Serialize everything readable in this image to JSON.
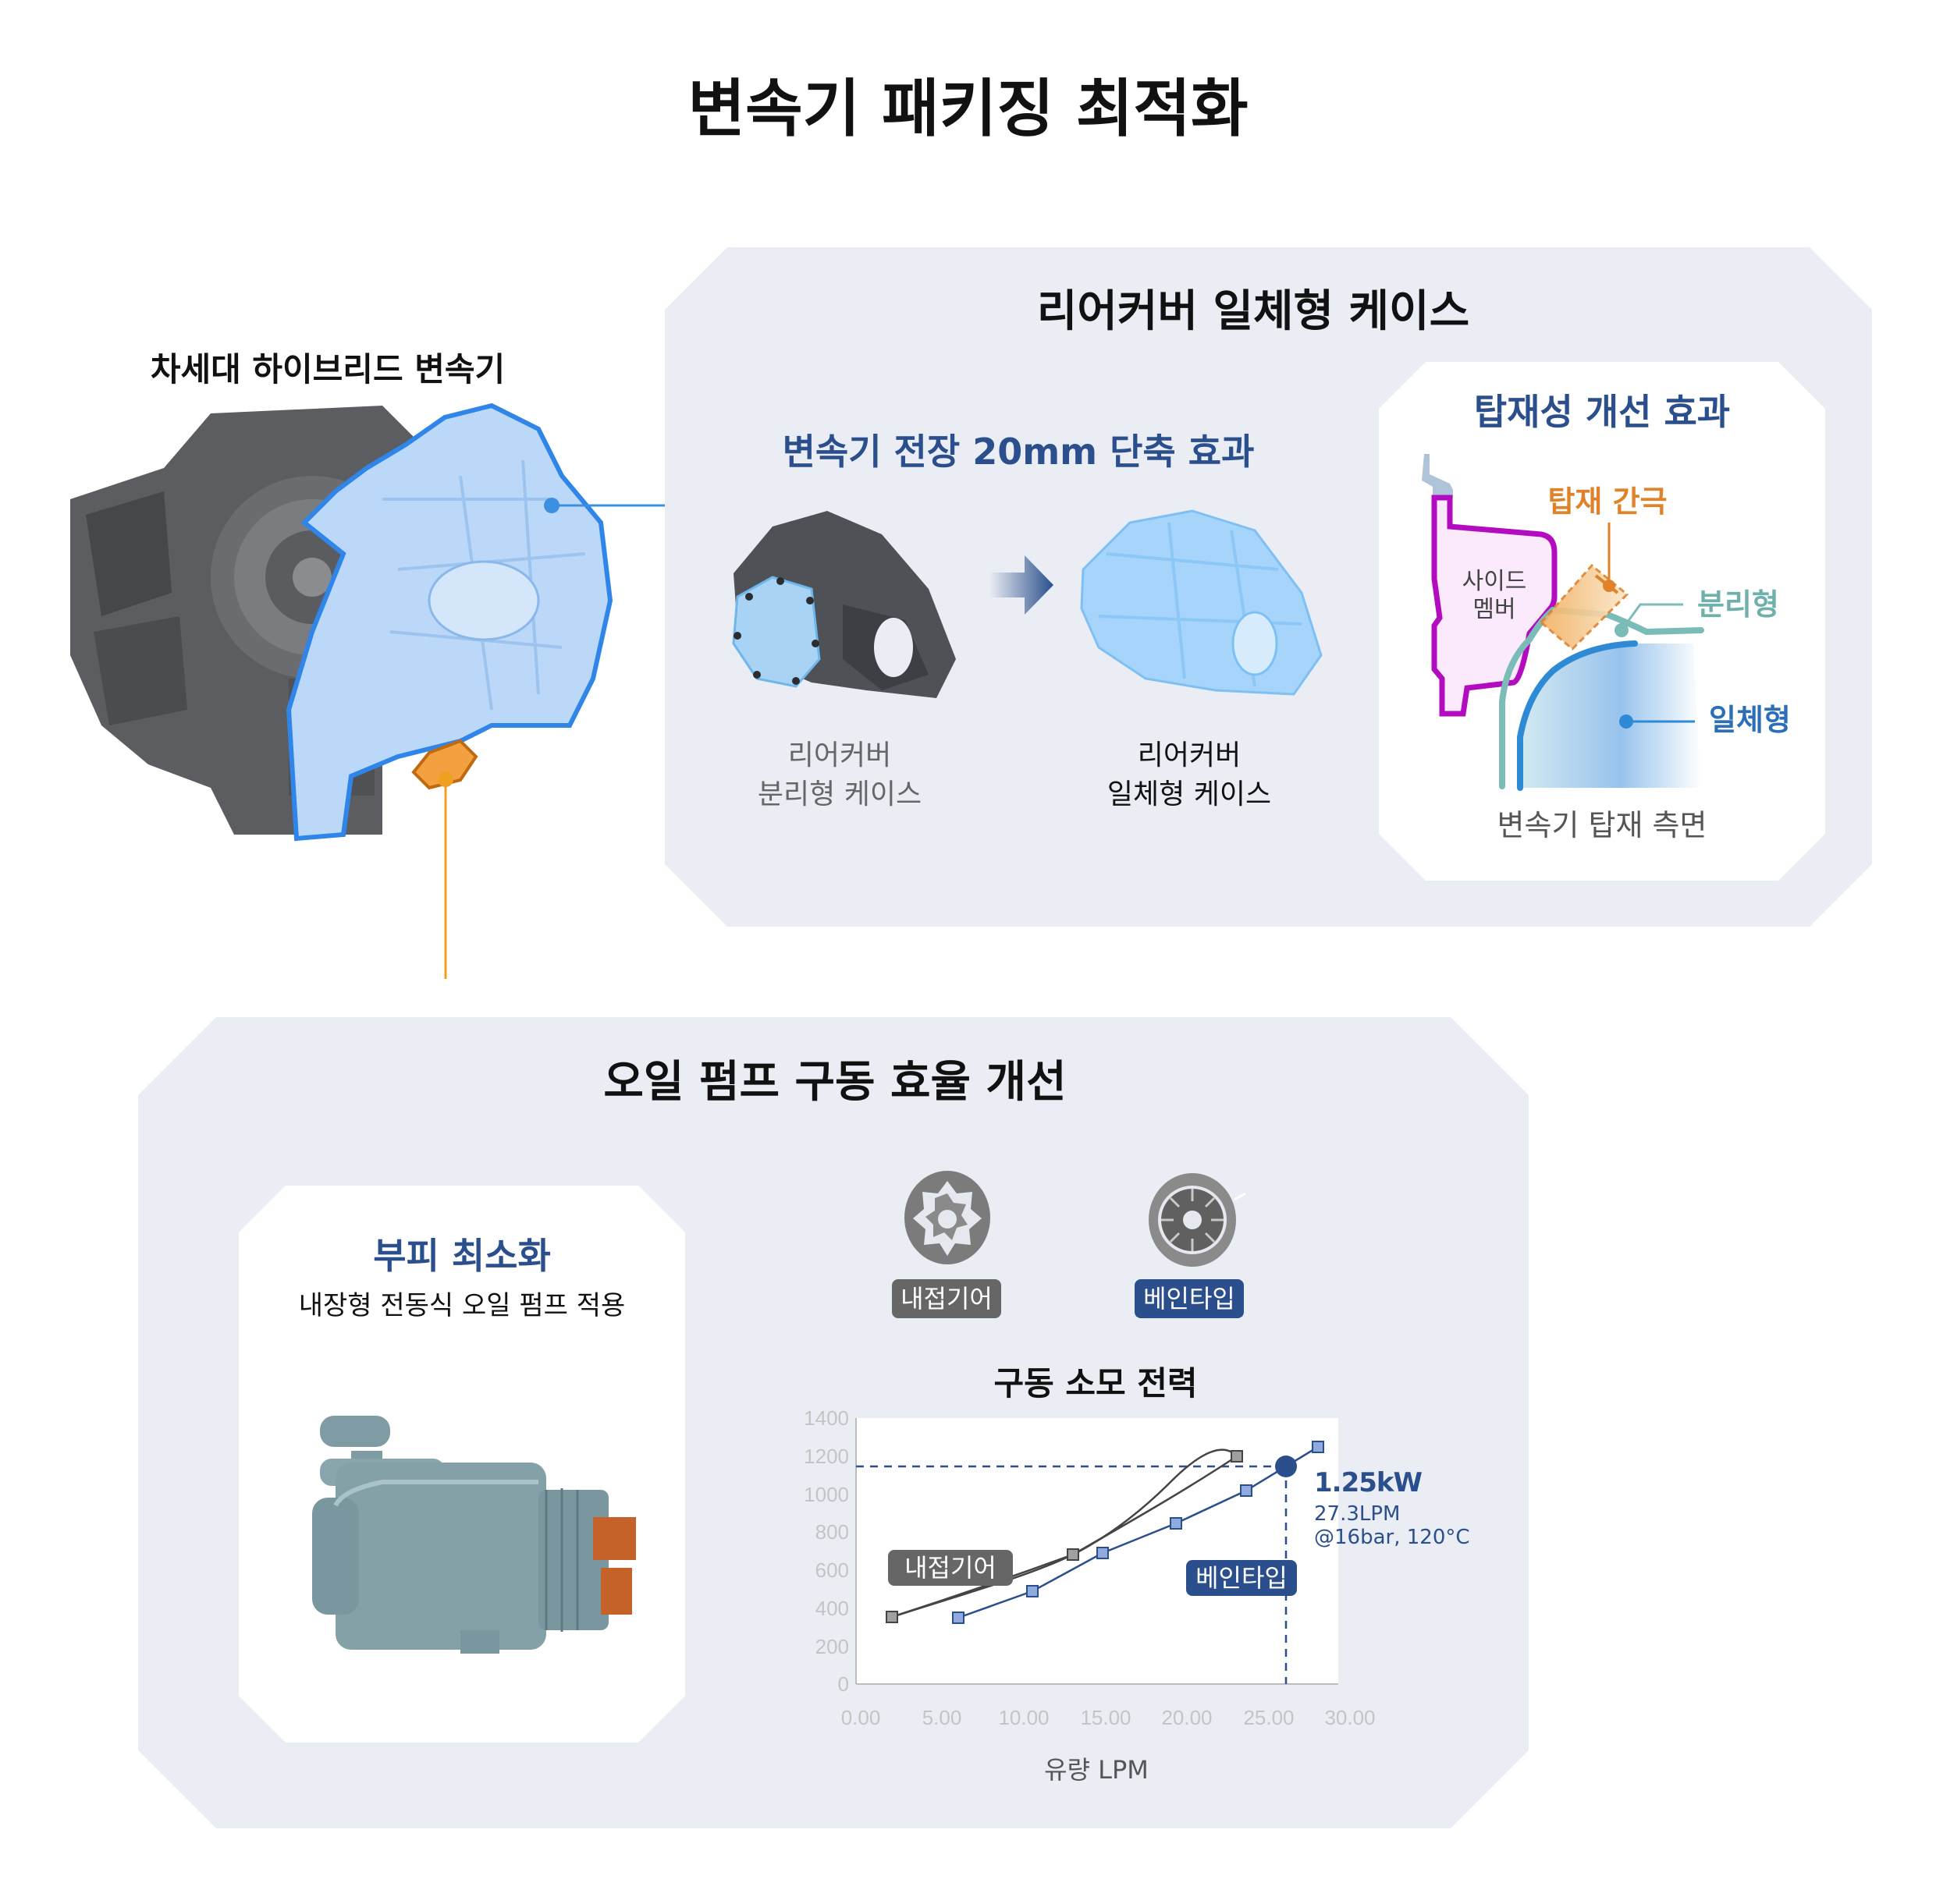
{
  "header": {
    "title": "변속기 패키징 최적화"
  },
  "hero": {
    "title": "차세대 하이브리드 변속기",
    "image_label": "hybrid-transmission-render"
  },
  "rear_cover_section": {
    "title": "리어커버 일체형 케이스",
    "length_effect": {
      "title": "변속기 전장 20mm 단축 효과",
      "before_caption_line1": "리어커버",
      "before_caption_line2": "분리형 케이스",
      "after_caption_line1": "리어커버",
      "after_caption_line2": "일체형 케이스"
    },
    "mounting_card": {
      "title": "탑재성 개선 효과",
      "gap_label": "탑재 간극",
      "side_member_line1": "사이드",
      "side_member_line2": "멤버",
      "separated_label": "분리형",
      "integrated_label": "일체형",
      "caption": "변속기 탑재 측면"
    }
  },
  "oil_pump_section": {
    "title": "오일 펌프 구동 효율 개선",
    "volume_card": {
      "title": "부피 최소화",
      "subtitle": "내장형 전동식 오일 펌프 적용"
    },
    "pump_types": [
      {
        "label": "내접기어",
        "icon": "internal-gear-icon",
        "color": "#666666"
      },
      {
        "label": "베인타입",
        "icon": "vane-pump-icon",
        "color": "#2b4f8c"
      }
    ],
    "chart_title": "구동 소모 전력",
    "annotation": {
      "value": "1.25kW",
      "line1": "27.3LPM",
      "line2": "@16bar, 120°C"
    }
  },
  "colors": {
    "panel_bg": "#eaedf3",
    "navy": "#2b4f8c",
    "gray_series": "#444444",
    "blue_series": "#2b4f8c",
    "marker_blue": "#8eaadf",
    "marker_gray": "#a0a0a0",
    "orange": "#e0822a",
    "callout_blue": "#3d8fe0",
    "callout_orange": "#f0a020"
  },
  "chart_data": {
    "type": "line",
    "title": "구동 소모 전력",
    "xlabel": "유량 LPM",
    "ylabel": "",
    "xlim": [
      0,
      30
    ],
    "ylim": [
      0,
      1400
    ],
    "x_ticks": [
      "0.00",
      "5.00",
      "10.00",
      "15.00",
      "20.00",
      "25.00",
      "30.00"
    ],
    "y_ticks": [
      "0",
      "200",
      "400",
      "600",
      "800",
      "1000",
      "1200",
      "1400"
    ],
    "grid": false,
    "legend_position": "inline labels",
    "series": [
      {
        "name": "내접기어",
        "x": [
          1.9,
          13.0,
          23.1
        ],
        "values": [
          353,
          681,
          1199
        ]
      },
      {
        "name": "베인타입",
        "x": [
          6.0,
          10.5,
          14.8,
          19.3,
          23.6,
          28.0
        ],
        "values": [
          349,
          489,
          690,
          846,
          1018,
          1248
        ]
      }
    ],
    "annotations": [
      {
        "text": "1.25kW",
        "x": 26.1,
        "y": 1145,
        "detail": "27.3LPM @16bar, 120°C",
        "reference_lines": "dashed horizontal and vertical"
      }
    ]
  }
}
